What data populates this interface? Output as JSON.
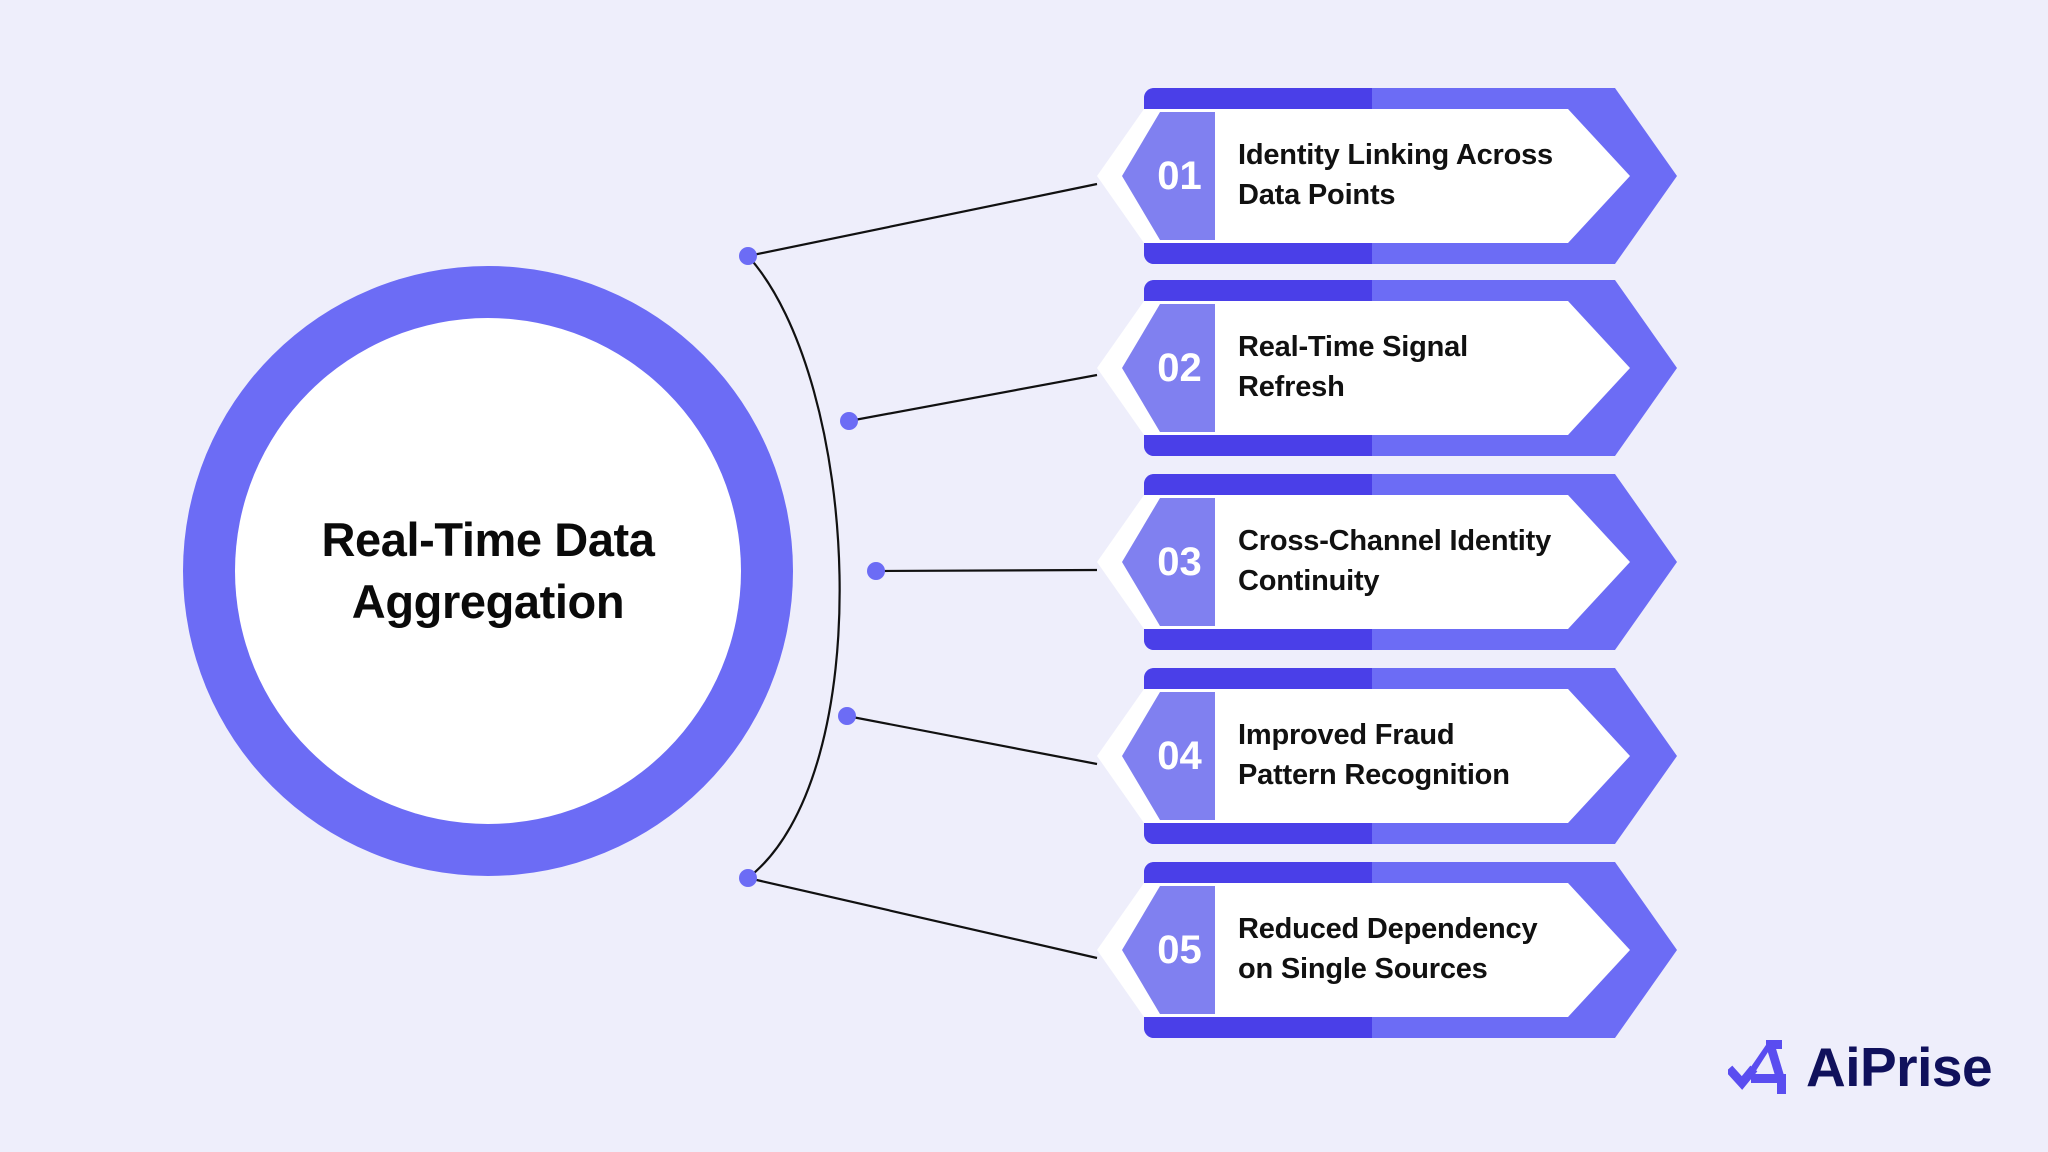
{
  "background_color": "#eeeefb",
  "accent_color": "#6c6cf5",
  "accent_dark_color": "#4a3fe8",
  "accent_light_color": "#8080f0",
  "text_color": "#111111",
  "hub": {
    "title": "Real-Time Data\nAggregation"
  },
  "cards": [
    {
      "number": "01",
      "label": "Identity Linking Across\nData Points"
    },
    {
      "number": "02",
      "label": "Real-Time Signal Refresh"
    },
    {
      "number": "03",
      "label": "Cross-Channel Identity\nContinuity"
    },
    {
      "number": "04",
      "label": "Improved Fraud\nPattern Recognition"
    },
    {
      "number": "05",
      "label": "Reduced Dependency\non Single Sources"
    }
  ],
  "logo": {
    "name": "AiPrise",
    "mark_color": "#5a4df0",
    "text_color": "#10115c"
  }
}
